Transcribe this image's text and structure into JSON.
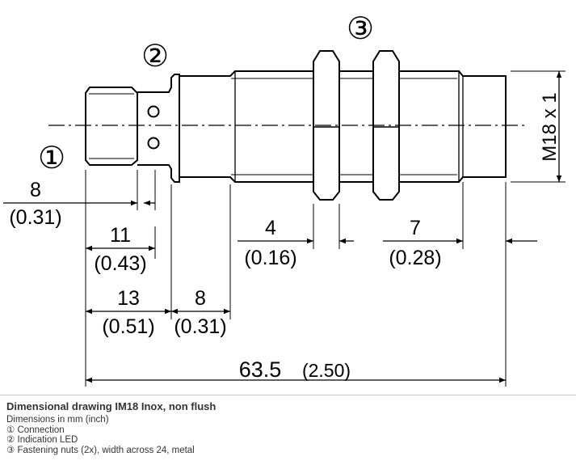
{
  "callouts": {
    "c1": "①",
    "c2": "②",
    "c3": "③"
  },
  "thread_label": "M18 x 1",
  "dimensions": {
    "d8a_mm": "8",
    "d8a_in": "(0.31)",
    "d11_mm": "11",
    "d11_in": "(0.43)",
    "d13_mm": "13",
    "d13_in": "(0.51)",
    "d8b_mm": "8",
    "d8b_in": "(0.31)",
    "d4_mm": "4",
    "d4_in": "(0.16)",
    "d7_mm": "7",
    "d7_in": "(0.28)",
    "total_mm": "63.5",
    "total_in": "(2.50)"
  },
  "caption": {
    "title": "Dimensional drawing IM18 Inox, non flush",
    "lines": [
      "Dimensions in mm (inch)",
      "① Connection",
      "② Indication LED",
      "③ Fastening nuts (2x), width across 24, metal"
    ]
  }
}
